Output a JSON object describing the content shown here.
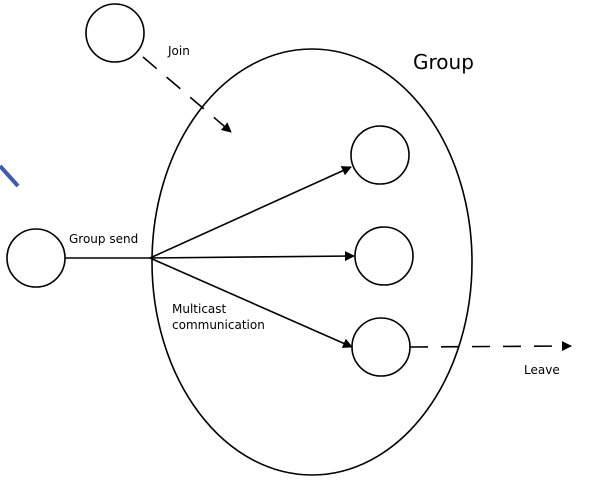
{
  "diagram": {
    "title": "Group",
    "join_label": "Join",
    "send_label": "Group send",
    "multicast_line1": "Multicast",
    "multicast_line2": "communication",
    "leave_label": "Leave"
  },
  "colors": {
    "stroke": "#000000",
    "background": "#ffffff",
    "accent_fragment": "#3f5ba9"
  }
}
